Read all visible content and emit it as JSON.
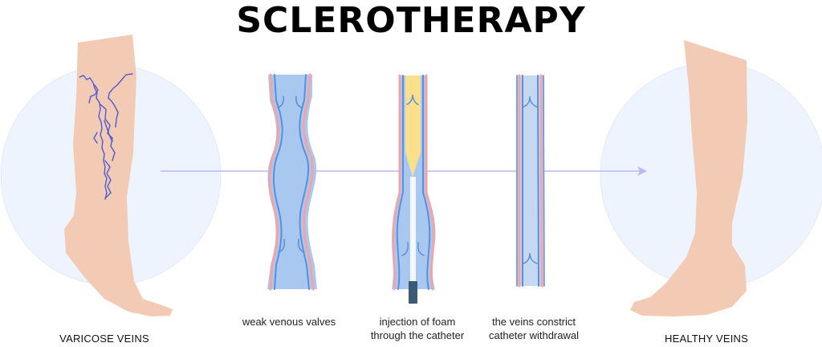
{
  "title": "SCLEROTHERAPY",
  "colors": {
    "skin": "#F3CBB5",
    "circle_bg": "#EEF4FD",
    "vein_varicose": "#4C5BD4",
    "vessel_fill": "#A9C8F0",
    "vessel_fill_healed": "#C5D8F2",
    "vessel_wall": "#5B8FDD",
    "vessel_wall_pink": "#F2A4A4",
    "foam": "#FBE08C",
    "catheter": "#F4F8FE",
    "catheter_tip": "#3B5A78",
    "arrow": "#B8B8F2"
  },
  "panels": [
    {
      "id": "varicose",
      "label": "VARICOSE VEINS"
    },
    {
      "id": "weak-valves",
      "label": "weak venous valves"
    },
    {
      "id": "injection",
      "label_line1": "injection of foam",
      "label_line2": "through the catheter"
    },
    {
      "id": "constrict",
      "label_line1": "the veins constrict",
      "label_line2": "catheter withdrawal"
    },
    {
      "id": "healthy",
      "label": "HEALTHY VEINS"
    }
  ]
}
